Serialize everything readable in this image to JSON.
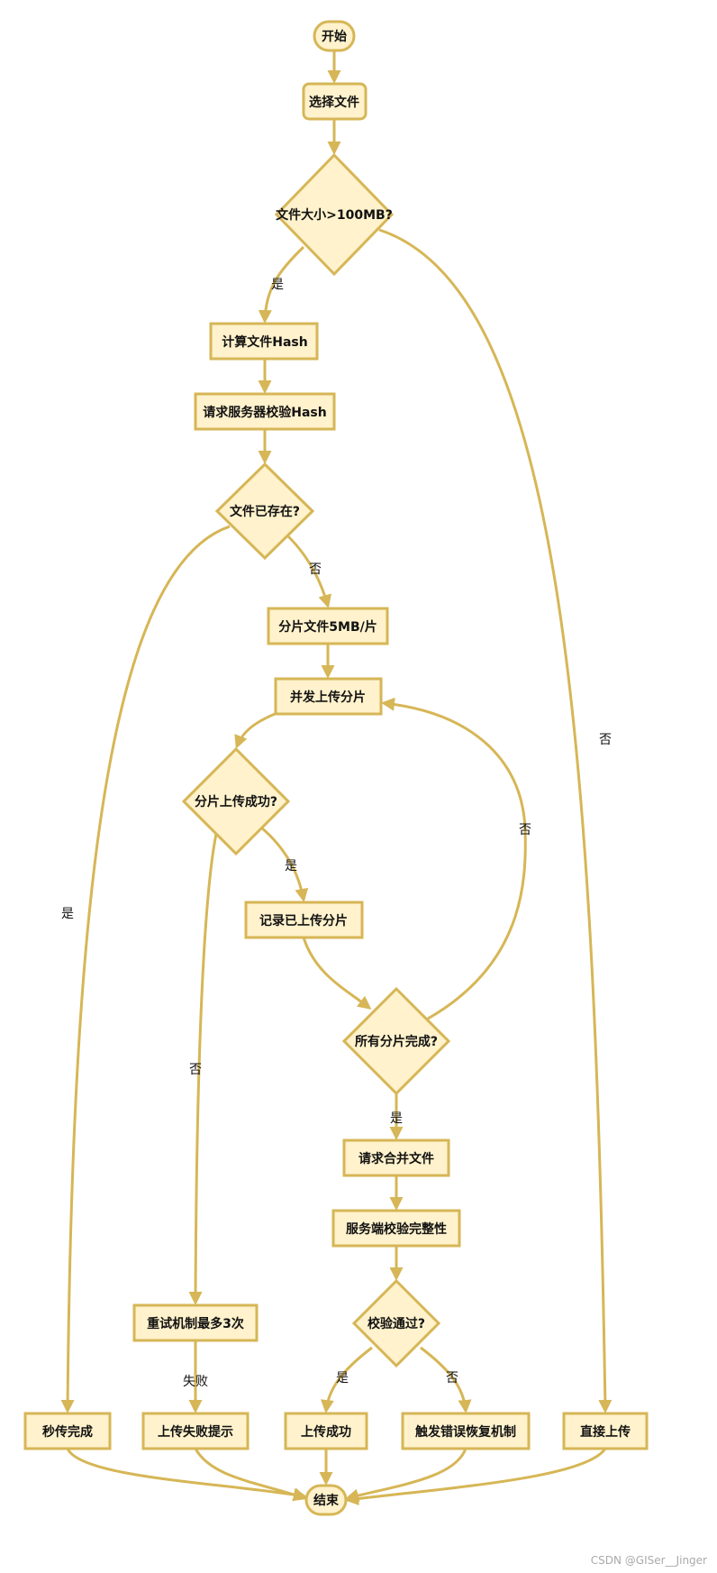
{
  "nodes": {
    "start": "开始",
    "select_file": "选择文件",
    "size_check": "文件大小>100MB?",
    "calc_hash": "计算文件Hash",
    "request_verify": "请求服务器校验Hash",
    "file_exists": "文件已存在?",
    "split_chunks": "分片文件5MB/片",
    "upload_chunks": "并发上传分片",
    "chunk_success": "分片上传成功?",
    "record_chunk": "记录已上传分片",
    "all_done": "所有分片完成?",
    "merge_request": "请求合并文件",
    "server_verify": "服务端校验完整性",
    "verify_pass": "校验通过?",
    "retry": "重试机制最多3次",
    "instant_done": "秒传完成",
    "fail_notice": "上传失败提示",
    "upload_success": "上传成功",
    "error_recovery": "触发错误恢复机制",
    "direct_upload": "直接上传",
    "end": "结束"
  },
  "labels": {
    "size_yes": "是",
    "size_no": "否",
    "exists_yes": "是",
    "exists_no": "否",
    "chunk_yes": "是",
    "chunk_no": "否",
    "all_yes": "是",
    "all_no": "否",
    "retry_fail": "失败",
    "verify_yes": "是",
    "verify_no": "否"
  },
  "watermark": "CSDN @GISer__Jinger",
  "colors": {
    "node_fill": "#fff2cc",
    "node_stroke": "#d6b656",
    "text": "#111111"
  }
}
